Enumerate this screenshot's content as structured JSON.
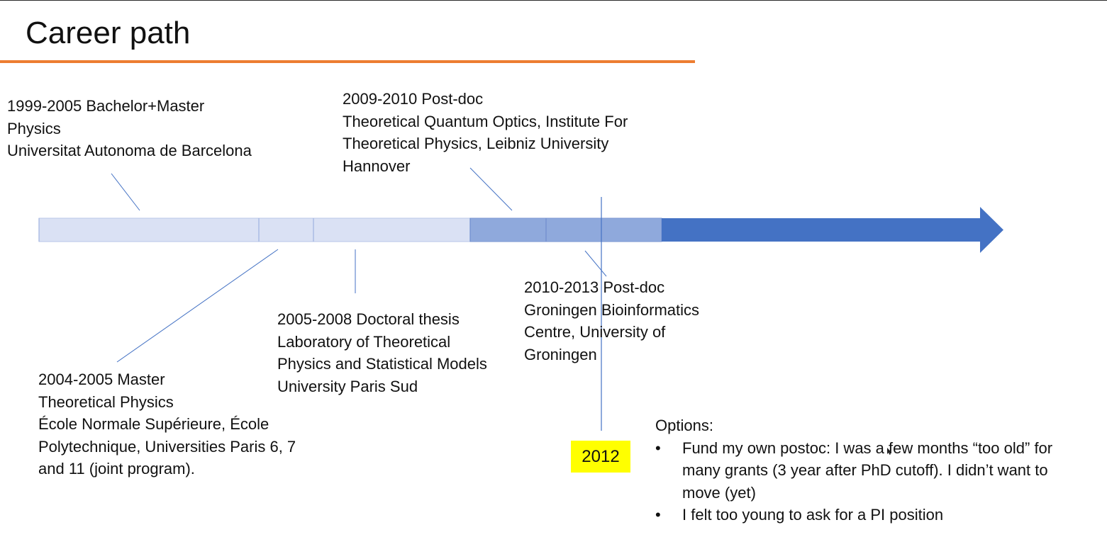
{
  "slide": {
    "title": "Career path",
    "accent_color": "#ed7d31",
    "timeline_colors": [
      "#dae1f4",
      "#8fa9dc",
      "#4472c4"
    ]
  },
  "events": {
    "bachelor": [
      "1999-2005 Bachelor+Master",
      "Physics",
      "Universitat Autonoma de Barcelona"
    ],
    "master": [
      "2004-2005 Master",
      "Theoretical Physics",
      "École Normale Supérieure, École",
      "Polytechnique, Universities Paris 6, 7",
      "and 11 (joint program)."
    ],
    "doctoral": [
      "2005-2008 Doctoral thesis",
      "Laboratory of Theoretical",
      "Physics and Statistical Models",
      "University Paris Sud"
    ],
    "postdoc1": [
      "2009-2010 Post-doc",
      "Theoretical Quantum Optics, Institute For",
      "Theoretical Physics, Leibniz University",
      "Hannover"
    ],
    "postdoc2": [
      "2010-2013 Post-doc",
      "Groningen Bioinformatics",
      "Centre,  University of",
      "Groningen"
    ]
  },
  "marker": {
    "year": "2012",
    "highlight_color": "#ffff00"
  },
  "options": {
    "heading": "Options:",
    "items": [
      [
        "Fund my own postoc: I was a few months “too old” for",
        "many grants (3 year after PhD cutoff). I didn’t want to",
        "move (yet)"
      ],
      [
        "I felt too young to ask for a PI position"
      ]
    ]
  }
}
